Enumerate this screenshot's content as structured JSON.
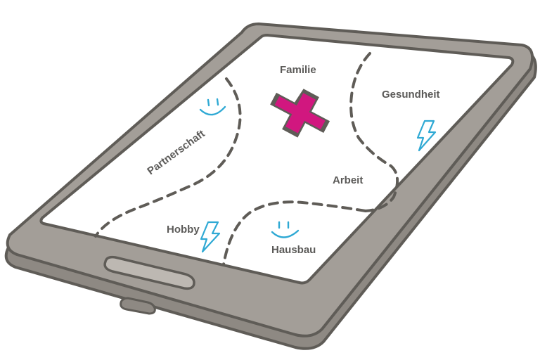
{
  "labels": {
    "familie": "Familie",
    "gesundheit": "Gesundheit",
    "partnerschaft": "Partnerschaft",
    "arbeit": "Arbeit",
    "hobby": "Hobby",
    "hausbau": "Hausbau"
  },
  "icons": {
    "marker": "x-mark-icon",
    "good": "smiley-icon",
    "stress": "lightning-icon"
  },
  "colors": {
    "device_body": "#a39e98",
    "device_outline": "#5f5c57",
    "screen": "#ffffff",
    "borders": "#5f5c57",
    "x_mark": "#d1177f",
    "icon_blue": "#2fa9d4",
    "text": "#5b5a58"
  }
}
